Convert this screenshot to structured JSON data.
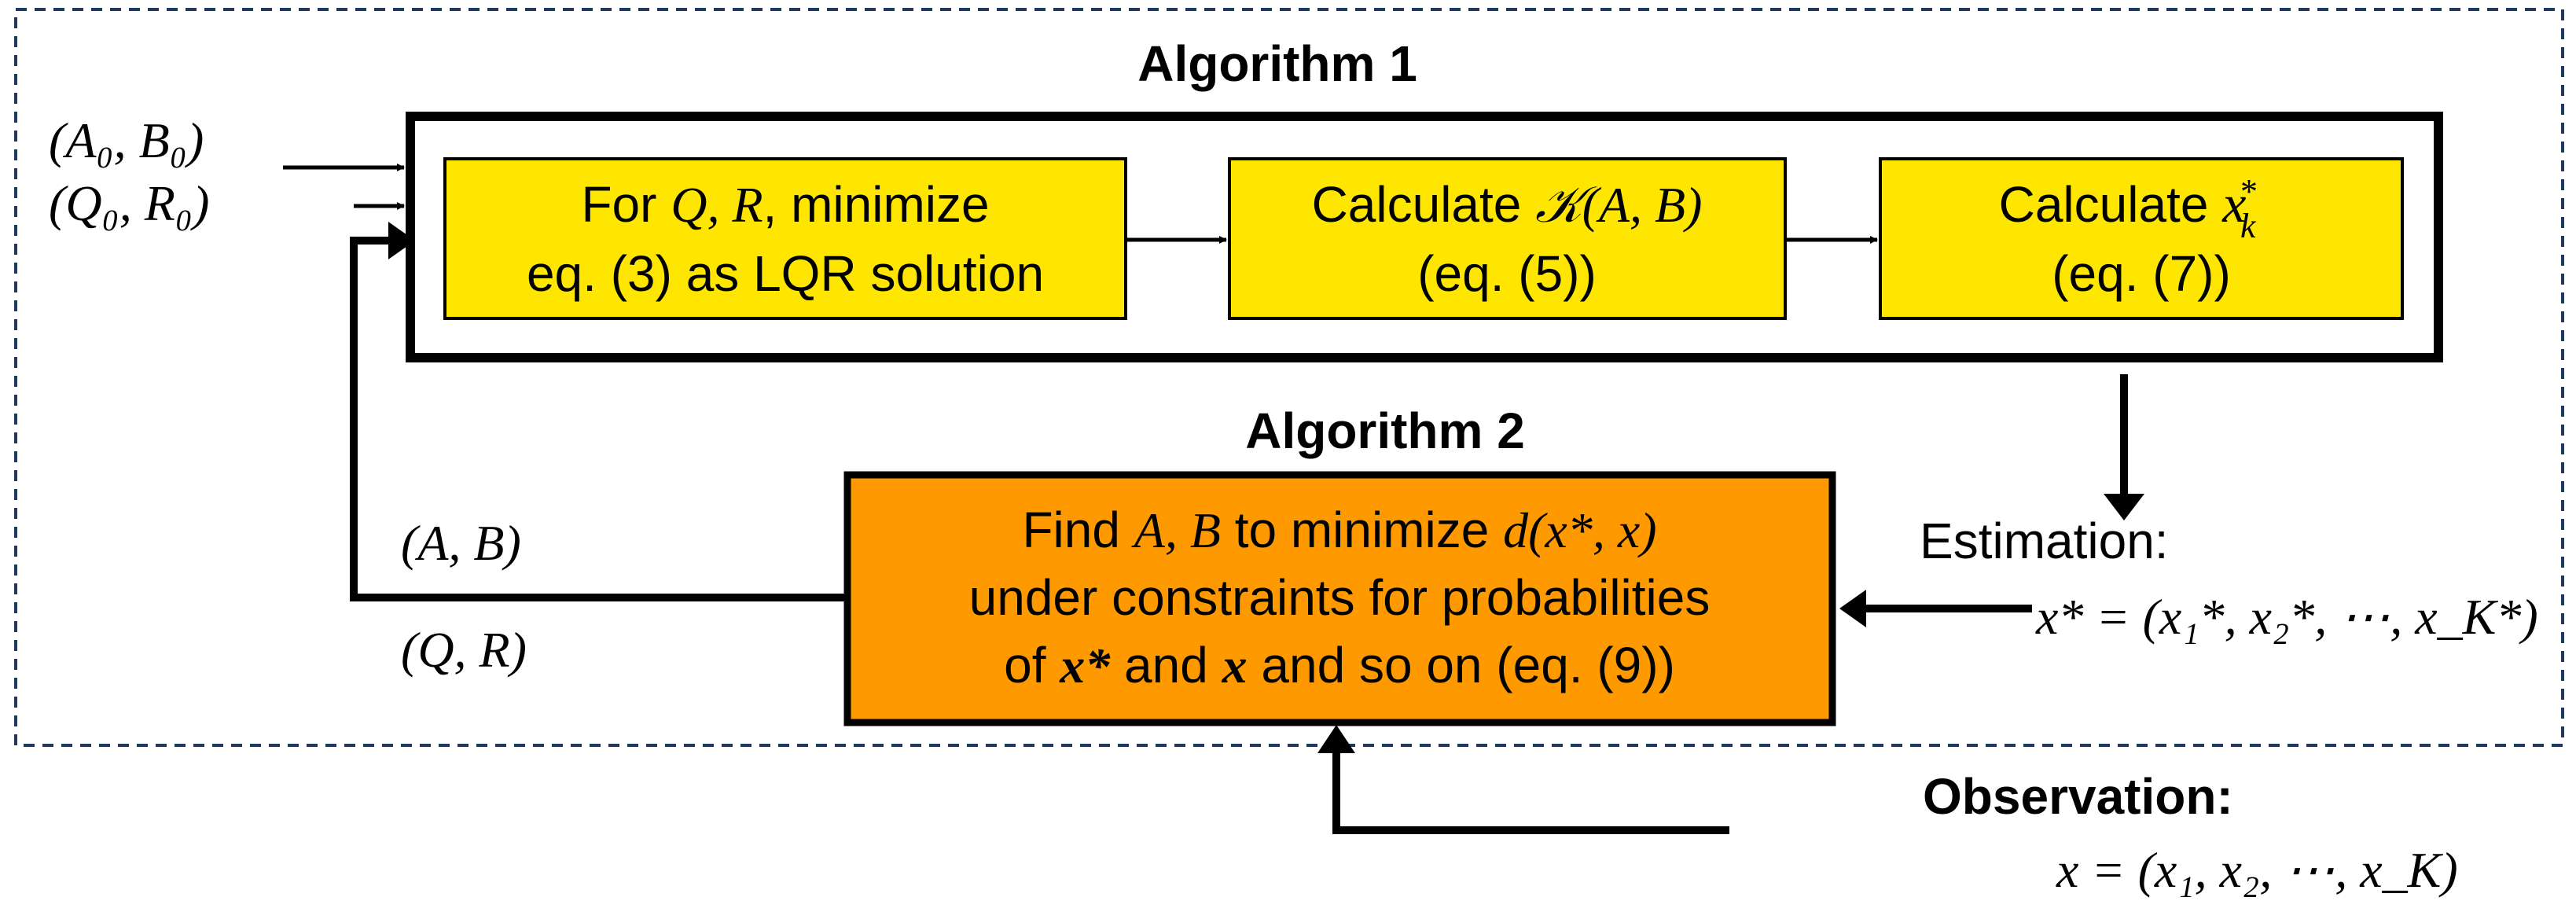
{
  "algorithm1": {
    "title": "Algorithm 1",
    "box1": {
      "line1_pre": "For ",
      "line1_math": "Q, R",
      "line1_post": ", minimize",
      "line2": "eq. (3) as LQR solution"
    },
    "box2": {
      "line1_pre": "Calculate ",
      "line1_math": "𝒦(A, B)",
      "line2": "(eq. (5))"
    },
    "box3": {
      "line1_pre": "Calculate ",
      "line1_math": "x",
      "sup": "*",
      "sub": "k",
      "line2": "(eq. (7))"
    }
  },
  "algorithm2": {
    "title": "Algorithm 2",
    "line1_pre": "Find ",
    "line1_math1": "A, B",
    "line1_mid": " to minimize ",
    "line1_math2": "d(x*, x)",
    "line2": "under constraints for probabilities",
    "line3_pre": "of ",
    "line3_math1": "x*",
    "line3_mid": " and ",
    "line3_math2": "x",
    "line3_post": " and so on (eq. (9))"
  },
  "inputs": {
    "initial_line1": "(A₀, B₀)",
    "initial_line2": "(Q₀, R₀)",
    "feedback_ab": "(A, B)",
    "feedback_qr": "(Q, R)"
  },
  "estimation": {
    "label": "Estimation:",
    "formula": "x* = (x₁*, x₂*, ⋯, x_K*)"
  },
  "observation": {
    "label": "Observation:",
    "formula": "x = (x₁, x₂, ⋯, x_K)"
  },
  "colors": {
    "yellow_box": "#ffe600",
    "orange_box": "#ff9900",
    "border": "#000000",
    "dashed_frame": "#1f3864"
  }
}
